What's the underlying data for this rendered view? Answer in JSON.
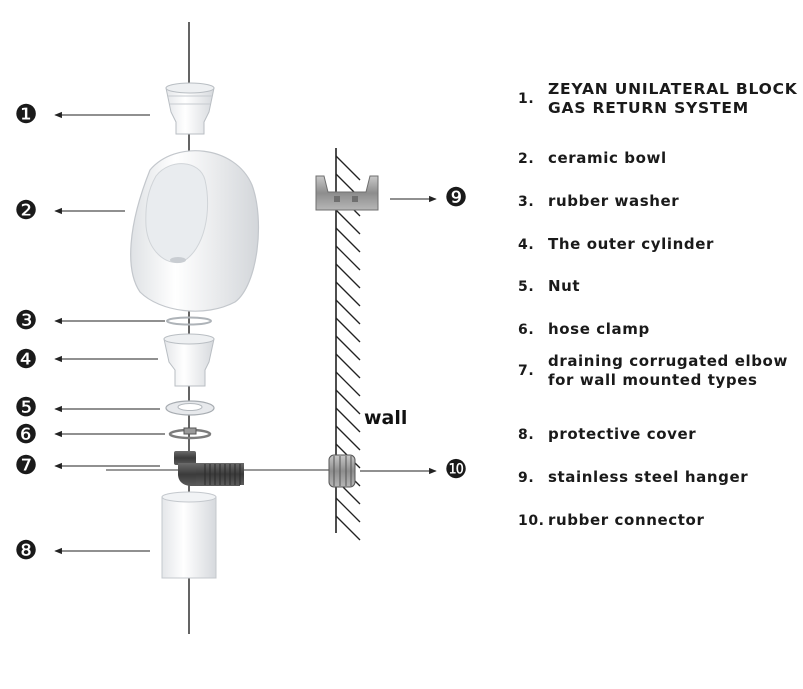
{
  "callouts": [
    {
      "id": "1",
      "glyph": "❶"
    },
    {
      "id": "2",
      "glyph": "❷"
    },
    {
      "id": "3",
      "glyph": "❸"
    },
    {
      "id": "4",
      "glyph": "❹"
    },
    {
      "id": "5",
      "glyph": "❺"
    },
    {
      "id": "6",
      "glyph": "❻"
    },
    {
      "id": "7",
      "glyph": "❼"
    },
    {
      "id": "8",
      "glyph": "❽"
    },
    {
      "id": "9",
      "glyph": "❾"
    },
    {
      "id": "10",
      "glyph": "❿"
    }
  ],
  "wall_label": "wall",
  "legend": [
    {
      "num": "1.",
      "lines": [
        "ZEYAN UNILATERAL BLOCK",
        "GAS RETURN  SYSTEM"
      ]
    },
    {
      "num": "2.",
      "lines": [
        "ceramic bowl"
      ]
    },
    {
      "num": "3.",
      "lines": [
        "rubber washer"
      ]
    },
    {
      "num": "4.",
      "lines": [
        "The outer cylinder"
      ]
    },
    {
      "num": "5.",
      "lines": [
        "Nut"
      ]
    },
    {
      "num": "6.",
      "lines": [
        "hose clamp"
      ]
    },
    {
      "num": "7.",
      "lines": [
        "draining corrugated elbow",
        "for wall mounted types"
      ]
    },
    {
      "num": "8.",
      "lines": [
        "protective cover"
      ]
    },
    {
      "num": "9.",
      "lines": [
        "stainless steel hanger"
      ]
    },
    {
      "num": "10.",
      "lines": [
        "rubber connector"
      ]
    }
  ],
  "colors": {
    "line": "#222222",
    "callout_fill": "#1a1a1a",
    "ceramic": "#f4f5f6",
    "ceramic_shade": "#d9dcdf",
    "metal": "#9a9a9a",
    "elbow": "#4a4a4a"
  }
}
